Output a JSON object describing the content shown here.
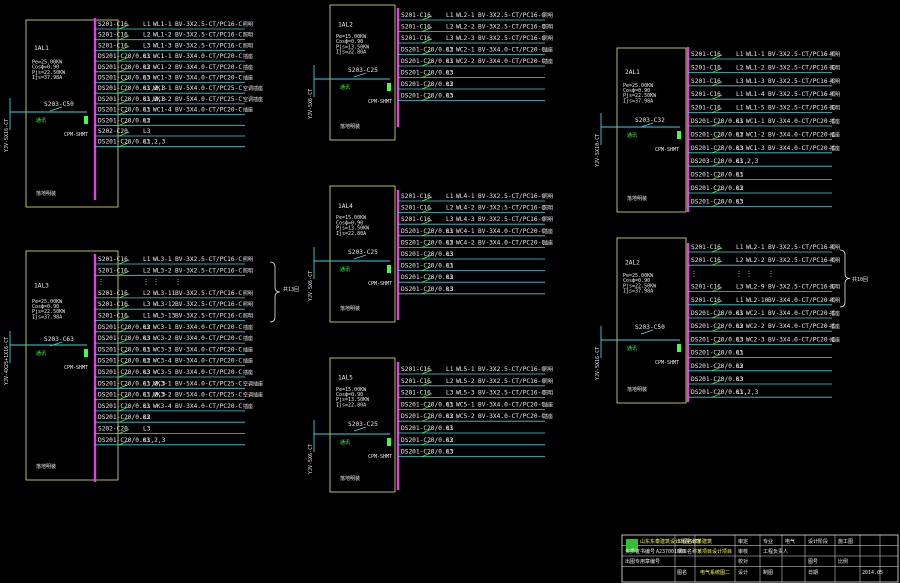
{
  "colors": {
    "background": "#000000",
    "box": "#e8e870",
    "bus": "#e040e0",
    "feeder": "#40d0e0",
    "text": "#e8e8e8",
    "switch": "#40ff40"
  },
  "panels": [
    {
      "id": "1AL1",
      "name": "1AL1",
      "params": [
        "Pe=25.00KW",
        "Cosϕ=0.90",
        "Pjs=22.50KW",
        "Ijs=37.98A"
      ],
      "main_breaker": "S203-C50",
      "incoming": "YJV-5X16-CT",
      "type_note": "落地明装",
      "circuits": [
        {
          "breaker": "S201-C16",
          "phase": "L1",
          "id": "WL1-1",
          "cable": "BV-3X2.5-CT/PC16-C",
          "load": "照明"
        },
        {
          "breaker": "S201-C16",
          "phase": "L2",
          "id": "WL1-2",
          "cable": "BV-3X2.5-CT/PC16-C",
          "load": "照明"
        },
        {
          "breaker": "S201-C16",
          "phase": "L3",
          "id": "WL1-3",
          "cable": "BV-3X2.5-CT/PC16-C",
          "load": "照明"
        },
        {
          "breaker": "DS201-C20/0.03",
          "phase": "L1",
          "id": "WC1-1",
          "cable": "BV-3X4.0-CT/PC20-C",
          "load": "插座"
        },
        {
          "breaker": "DS201-C20/0.03",
          "phase": "L2",
          "id": "WC1-2",
          "cable": "BV-3X4.0-CT/PC20-C",
          "load": "插座"
        },
        {
          "breaker": "DS201-C20/0.03",
          "phase": "L3",
          "id": "WC1-3",
          "cable": "BV-3X4.0-CT/PC20-C",
          "load": "插座"
        },
        {
          "breaker": "DS201-C20/0.03",
          "phase": "L1,2,3",
          "id": "WK1-1",
          "cable": "BV-5X4.0-CT/PC25-C",
          "load": "空调插座"
        },
        {
          "breaker": "DS201-C20/0.03",
          "phase": "L1,2,3",
          "id": "WK1-2",
          "cable": "BV-5X4.0-CT/PC25-C",
          "load": "空调插座"
        },
        {
          "breaker": "DS201-C20/0.03",
          "phase": "L1",
          "id": "WC1-4",
          "cable": "BV-3X4.0-CT/PC20-C",
          "load": "插座"
        },
        {
          "breaker": "DS201-C20/0.03",
          "phase": "L2",
          "id": "",
          "cable": "",
          "load": ""
        },
        {
          "breaker": "S202-C20",
          "phase": "L3",
          "id": "",
          "cable": "",
          "load": ""
        },
        {
          "breaker": "DS201-C20/0.03",
          "phase": "L1,2,3",
          "id": "",
          "cable": "",
          "load": ""
        }
      ]
    },
    {
      "id": "1AL3",
      "name": "1AL3",
      "params": [
        "Pe=25.00KW",
        "Cosϕ=0.90",
        "Pjs=22.50KW",
        "Ijs=37.98A"
      ],
      "main_breaker": "S203-C63",
      "incoming": "YJV-4X25+1X16-CT",
      "type_note": "落地明装",
      "circuits": [
        {
          "breaker": "S201-C16",
          "phase": "L1",
          "id": "WL3-1",
          "cable": "BV-3X2.5-CT/PC16-C",
          "load": "照明"
        },
        {
          "breaker": "S201-C16",
          "phase": "L2",
          "id": "WL3-2",
          "cable": "BV-3X2.5-CT/PC16-C",
          "load": "照明"
        },
        {
          "breaker": "⋮",
          "phase": "⋮",
          "id": "⋮",
          "cable": "⋮",
          "load": ""
        },
        {
          "breaker": "S201-C16",
          "phase": "L2",
          "id": "WL3-11",
          "cable": "BV-3X2.5-CT/PC16-C",
          "load": "照明"
        },
        {
          "breaker": "S201-C16",
          "phase": "L3",
          "id": "WL3-12",
          "cable": "BV-3X2.5-CT/PC16-C",
          "load": "照明"
        },
        {
          "breaker": "S201-C16",
          "phase": "L1",
          "id": "WL3-13",
          "cable": "BV-3X2.5-CT/PC16-C",
          "load": "照明"
        },
        {
          "breaker": "DS201-C20/0.03",
          "phase": "L2",
          "id": "WC3-1",
          "cable": "BV-3X4.0-CT/PC20-C",
          "load": "插座"
        },
        {
          "breaker": "DS201-C20/0.03",
          "phase": "L3",
          "id": "WC3-2",
          "cable": "BV-3X4.0-CT/PC20-C",
          "load": "插座"
        },
        {
          "breaker": "DS201-C20/0.03",
          "phase": "L1",
          "id": "WC3-3",
          "cable": "BV-3X4.0-CT/PC20-C",
          "load": "插座"
        },
        {
          "breaker": "DS201-C20/0.03",
          "phase": "L2",
          "id": "WC3-4",
          "cable": "BV-3X4.0-CT/PC20-C",
          "load": "插座"
        },
        {
          "breaker": "DS201-C20/0.03",
          "phase": "L3",
          "id": "WC3-5",
          "cable": "BV-3X4.0-CT/PC20-C",
          "load": "插座"
        },
        {
          "breaker": "DS201-C20/0.03",
          "phase": "L1,2,3",
          "id": "WK3-1",
          "cable": "BV-5X4.0-CT/PC25-C",
          "load": "空调插座"
        },
        {
          "breaker": "DS201-C20/0.03",
          "phase": "L1,2,3",
          "id": "WK3-2",
          "cable": "BV-5X4.0-CT/PC25-C",
          "load": "空调插座"
        },
        {
          "breaker": "DS201-C20/0.03",
          "phase": "L1",
          "id": "WK3-4",
          "cable": "BV-3X4.0-CT/PC20-C",
          "load": "插座"
        },
        {
          "breaker": "DS201-C20/0.03",
          "phase": "L2",
          "id": "",
          "cable": "",
          "load": ""
        },
        {
          "breaker": "S202-C20",
          "phase": "L3",
          "id": "",
          "cable": "",
          "load": ""
        },
        {
          "breaker": "DS201-C20/0.03",
          "phase": "L1,2,3",
          "id": "",
          "cable": "",
          "load": ""
        }
      ],
      "group_note": "共13回"
    },
    {
      "id": "1AL2",
      "name": "1AL2",
      "params": [
        "Pe=15.00KW",
        "Cosϕ=0.90",
        "Pjs=13.50KW",
        "Ijs=22.80A"
      ],
      "main_breaker": "S203-C25",
      "incoming": "YJV-5X6-CT",
      "type_note": "落地明装",
      "circuits": [
        {
          "breaker": "S201-C16",
          "phase": "L1",
          "id": "WL2-1",
          "cable": "BV-3X2.5-CT/PC16-C",
          "load": "照明"
        },
        {
          "breaker": "S201-C16",
          "phase": "L2",
          "id": "WL2-2",
          "cable": "BV-3X2.5-CT/PC16-C",
          "load": "照明"
        },
        {
          "breaker": "S201-C16",
          "phase": "L3",
          "id": "WL2-3",
          "cable": "BV-3X2.5-CT/PC16-C",
          "load": "照明"
        },
        {
          "breaker": "DS201-C20/0.03",
          "phase": "L2",
          "id": "WC2-1",
          "cable": "BV-3X4.0-CT/PC20-C",
          "load": "插座"
        },
        {
          "breaker": "DS201-C20/0.03",
          "phase": "L1",
          "id": "WC2-2",
          "cable": "BV-3X4.0-CT/PC20-C",
          "load": "插座"
        },
        {
          "breaker": "DS201-C20/0.03",
          "phase": "L3",
          "id": "",
          "cable": "",
          "load": ""
        },
        {
          "breaker": "DS201-C20/0.03",
          "phase": "L2",
          "id": "",
          "cable": "",
          "load": ""
        },
        {
          "breaker": "DS201-C20/0.03",
          "phase": "L3",
          "id": "",
          "cable": "",
          "load": ""
        }
      ]
    },
    {
      "id": "1AL4",
      "name": "1AL4",
      "params": [
        "Pe=15.00KW",
        "Cosϕ=0.90",
        "Pjs=13.50KW",
        "Ijs=22.80A"
      ],
      "main_breaker": "S203-C25",
      "incoming": "YJV-5X6-CT",
      "type_note": "落地明装",
      "circuits": [
        {
          "breaker": "S201-C16",
          "phase": "L1",
          "id": "WL4-1",
          "cable": "BV-3X2.5-CT/PC16-C",
          "load": "照明"
        },
        {
          "breaker": "S201-C16",
          "phase": "L2",
          "id": "WL4-2",
          "cable": "BV-3X2.5-CT/PC16-C",
          "load": "照明"
        },
        {
          "breaker": "S201-C16",
          "phase": "L3",
          "id": "WL4-3",
          "cable": "BV-3X2.5-CT/PC16-C",
          "load": "照明"
        },
        {
          "breaker": "DS201-C20/0.03",
          "phase": "L1",
          "id": "WC4-1",
          "cable": "BV-3X4.0-CT/PC20-C",
          "load": "插座"
        },
        {
          "breaker": "DS201-C20/0.03",
          "phase": "L2",
          "id": "WC4-2",
          "cable": "BV-3X4.0-CT/PC20-C",
          "load": "插座"
        },
        {
          "breaker": "DS201-C20/0.03",
          "phase": "L3",
          "id": "",
          "cable": "",
          "load": ""
        },
        {
          "breaker": "DS201-C20/0.03",
          "phase": "L1",
          "id": "",
          "cable": "",
          "load": ""
        },
        {
          "breaker": "DS201-C20/0.03",
          "phase": "L2",
          "id": "",
          "cable": "",
          "load": ""
        },
        {
          "breaker": "DS201-C20/0.03",
          "phase": "L3",
          "id": "",
          "cable": "",
          "load": ""
        }
      ]
    },
    {
      "id": "1AL5",
      "name": "1AL5",
      "params": [
        "Pe=15.00KW",
        "Cosϕ=0.90",
        "Pjs=13.50KW",
        "Ijs=22.80A"
      ],
      "main_breaker": "S203-C25",
      "incoming": "YJV-5X6-CT",
      "type_note": "落地明装",
      "circuits": [
        {
          "breaker": "S201-C16",
          "phase": "L1",
          "id": "WL5-1",
          "cable": "BV-3X2.5-CT/PC16-C",
          "load": "照明"
        },
        {
          "breaker": "S201-C16",
          "phase": "L2",
          "id": "WL5-2",
          "cable": "BV-3X2.5-CT/PC16-C",
          "load": "照明"
        },
        {
          "breaker": "S201-C16",
          "phase": "L3",
          "id": "WL5-3",
          "cable": "BV-3X2.5-CT/PC16-C",
          "load": "照明"
        },
        {
          "breaker": "DS201-C20/0.03",
          "phase": "L1",
          "id": "WC5-1",
          "cable": "BV-3X4.0-CT/PC20-C",
          "load": "插座"
        },
        {
          "breaker": "DS201-C20/0.03",
          "phase": "L2",
          "id": "WC5-2",
          "cable": "BV-3X4.0-CT/PC20-C",
          "load": "插座"
        },
        {
          "breaker": "DS201-C20/0.03",
          "phase": "L1",
          "id": "",
          "cable": "",
          "load": ""
        },
        {
          "breaker": "DS201-C20/0.03",
          "phase": "L2",
          "id": "",
          "cable": "",
          "load": ""
        },
        {
          "breaker": "DS201-C20/0.03",
          "phase": "L3",
          "id": "",
          "cable": "",
          "load": ""
        }
      ]
    },
    {
      "id": "2AL1",
      "name": "2AL1",
      "params": [
        "Pe=25.00KW",
        "Cosϕ=0.90",
        "Pjs=22.50KW",
        "Ijs=37.98A"
      ],
      "main_breaker": "S203-C32",
      "incoming": "YJV-5X10-CT",
      "type_note": "落地明装",
      "circuits": [
        {
          "breaker": "S201-C16",
          "phase": "L1",
          "id": "WL1-1",
          "cable": "BV-3X2.5-CT/PC16-C",
          "load": "照明"
        },
        {
          "breaker": "S201-C16",
          "phase": "L2",
          "id": "WL1-2",
          "cable": "BV-3X2.5-CT/PC16-C",
          "load": "照明"
        },
        {
          "breaker": "S201-C16",
          "phase": "L3",
          "id": "WL1-3",
          "cable": "BV-3X2.5-CT/PC16-C",
          "load": "照明"
        },
        {
          "breaker": "S201-C16",
          "phase": "L1",
          "id": "WL1-4",
          "cable": "BV-3X2.5-CT/PC16-C",
          "load": "照明"
        },
        {
          "breaker": "S201-C16",
          "phase": "L1",
          "id": "WL1-5",
          "cable": "BV-3X2.5-CT/PC16-C",
          "load": "照明"
        },
        {
          "breaker": "DS201-C20/0.03",
          "phase": "L1",
          "id": "WC1-1",
          "cable": "BV-3X4.0-CT/PC20-C",
          "load": "插座"
        },
        {
          "breaker": "DS201-C20/0.03",
          "phase": "L2",
          "id": "WC1-2",
          "cable": "BV-3X4.0-CT/PC20-C",
          "load": "插座"
        },
        {
          "breaker": "DS201-C20/0.03",
          "phase": "L3",
          "id": "WC1-3",
          "cable": "BV-3X4.0-CT/PC20-C",
          "load": "插座"
        },
        {
          "breaker": "DS203-C20/0.03",
          "phase": "L1,2,3",
          "id": "",
          "cable": "",
          "load": ""
        },
        {
          "breaker": "DS201-C20/0.03",
          "phase": "L1",
          "id": "",
          "cable": "",
          "load": ""
        },
        {
          "breaker": "DS201-C20/0.03",
          "phase": "L2",
          "id": "",
          "cable": "",
          "load": ""
        },
        {
          "breaker": "DS201-C20/0.03",
          "phase": "L3",
          "id": "",
          "cable": "",
          "load": ""
        }
      ]
    },
    {
      "id": "2AL2",
      "name": "2AL2",
      "params": [
        "Pe=25.00KW",
        "Cosϕ=0.90",
        "Pjs=22.50KW",
        "Ijs=37.98A"
      ],
      "main_breaker": "S203-C50",
      "incoming": "YJV-5X16-CT",
      "type_note": "落地明装",
      "circuits": [
        {
          "breaker": "S201-C16",
          "phase": "L1",
          "id": "WL2-1",
          "cable": "BV-3X2.5-CT/PC16-C",
          "load": "照明"
        },
        {
          "breaker": "S201-C16",
          "phase": "L2",
          "id": "WL2-2",
          "cable": "BV-3X2.5-CT/PC16-C",
          "load": "照明"
        },
        {
          "breaker": "⋮",
          "phase": "⋮",
          "id": "⋮",
          "cable": "⋮",
          "load": ""
        },
        {
          "breaker": "S201-C16",
          "phase": "L3",
          "id": "WL2-9",
          "cable": "BV-3X2.5-CT/PC16-C",
          "load": "照明"
        },
        {
          "breaker": "S201-C16",
          "phase": "L1",
          "id": "WL2-10",
          "cable": "BV-3X4.0-CT/PC20-C",
          "load": "照明"
        },
        {
          "breaker": "DS201-C20/0.03",
          "phase": "L1",
          "id": "WC2-1",
          "cable": "BV-3X4.0-CT/PC20-C",
          "load": "插座"
        },
        {
          "breaker": "DS201-C20/0.03",
          "phase": "L2",
          "id": "WC2-2",
          "cable": "BV-3X4.0-CT/PC20-C",
          "load": "插座"
        },
        {
          "breaker": "DS201-C20/0.03",
          "phase": "L3",
          "id": "WC2-3",
          "cable": "BV-3X4.0-CT/PC20-C",
          "load": "插座"
        },
        {
          "breaker": "DS201-C20/0.03",
          "phase": "L1",
          "id": "",
          "cable": "",
          "load": ""
        },
        {
          "breaker": "DS201-C20/0.03",
          "phase": "L2",
          "id": "",
          "cable": "",
          "load": ""
        },
        {
          "breaker": "DS201-C20/0.03",
          "phase": "L3",
          "id": "",
          "cable": "",
          "load": ""
        },
        {
          "breaker": "DS201-C20/0.03",
          "phase": "L1,2,3",
          "id": "",
          "cable": "",
          "load": ""
        }
      ],
      "group_note": "共10回"
    }
  ],
  "title_block": {
    "company": "山东东泰建筑设计有限公司",
    "project_label": "工程名称",
    "project_value": "某建筑",
    "item_label": "项目名称",
    "item_value": "某项目设计项目",
    "reg_label": "资质证书编号",
    "reg_value": "A237001001",
    "license_label": "出图专用章编号",
    "drawing_label": "图名",
    "drawing_value": "电气系统图二",
    "cells": [
      "审定",
      "审核",
      "校对",
      "设计",
      "专业",
      "电气",
      "工程负责人",
      "图号",
      "设计阶段",
      "施工图",
      "日期",
      "2014.05",
      "制图",
      "比例"
    ]
  }
}
